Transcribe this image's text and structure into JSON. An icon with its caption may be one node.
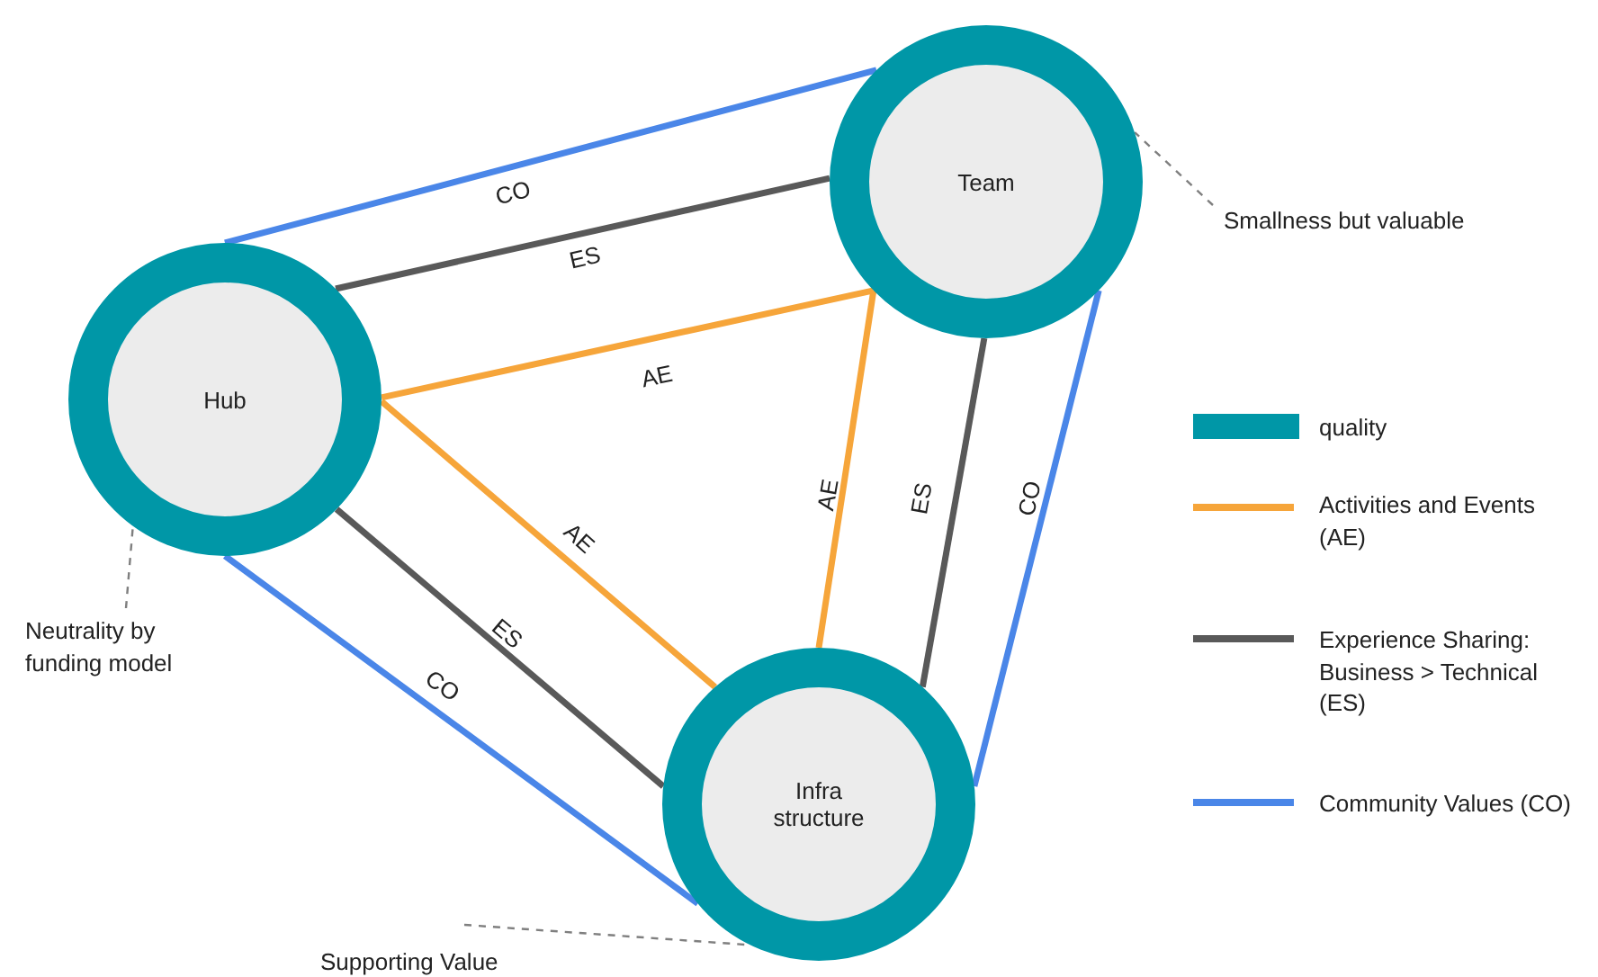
{
  "diagram": {
    "nodes": [
      {
        "text": [
          "Team"
        ]
      },
      {
        "text": [
          "Hub"
        ]
      },
      {
        "text": [
          "Infra structure"
        ]
      },
      {
        "text": [
          "Smallness but valuable"
        ]
      },
      {
        "text": [
          "Neutrality by funding model"
        ]
      },
      {
        "text": [
          "Supporting Value"
        ]
      }
    ],
    "edges": [
      {
        "from": 1,
        "to": 0,
        "arrow": "none",
        "label": "CO",
        "color": "#4a86e8"
      },
      {
        "from": 1,
        "to": 0,
        "arrow": "none",
        "label": "ES",
        "color": "#595959"
      },
      {
        "from": 1,
        "to": 0,
        "arrow": "none",
        "label": "AE",
        "color": "#f6a53a"
      },
      {
        "from": 1,
        "to": 2,
        "arrow": "none",
        "label": "AE",
        "color": "#f6a53a"
      },
      {
        "from": 1,
        "to": 2,
        "arrow": "none",
        "label": "ES",
        "color": "#595959"
      },
      {
        "from": 1,
        "to": 2,
        "arrow": "none",
        "label": "CO",
        "color": "#4a86e8"
      },
      {
        "from": 0,
        "to": 2,
        "arrow": "none",
        "label": "AE",
        "color": "#f6a53a"
      },
      {
        "from": 0,
        "to": 2,
        "arrow": "none",
        "label": "ES",
        "color": "#595959"
      },
      {
        "from": 0,
        "to": 2,
        "arrow": "none",
        "label": "CO",
        "color": "#4a86e8"
      },
      {
        "from": 3,
        "to": 0,
        "arrow": "none",
        "style": "dashed",
        "color": "#7f7f7f"
      },
      {
        "from": 4,
        "to": 1,
        "arrow": "none",
        "style": "dashed",
        "color": "#7f7f7f"
      },
      {
        "from": 5,
        "to": 2,
        "arrow": "none",
        "style": "dashed",
        "color": "#7f7f7f"
      }
    ],
    "legend": [
      {
        "text": "quality",
        "color": "#0097a7"
      },
      {
        "text": "Activities and Events (AE)",
        "color": "#f6a53a"
      },
      {
        "text": "Experience Sharing: Business > Technical (ES)",
        "color": "#595959"
      },
      {
        "text": "Community Values (CO)",
        "color": "#4a86e8"
      }
    ]
  }
}
